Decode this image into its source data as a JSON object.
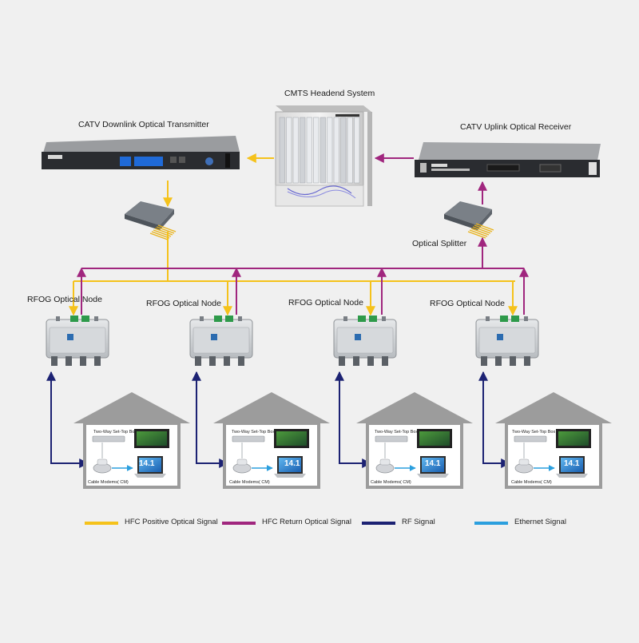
{
  "title_headend": "CMTS Headend System",
  "transmitter_label": "CATV Downlink Optical Transmitter",
  "receiver_label": "CATV Uplink Optical Receiver",
  "splitter_label": "Optical Splitter",
  "nodes": [
    {
      "label": "RFOG Optical Node"
    },
    {
      "label": "RFOG Optical Node"
    },
    {
      "label": "RFOG Optical Node"
    },
    {
      "label": "RFOG Optical Node"
    }
  ],
  "houses": [
    {
      "stb_label": "Two-Way Set-Top Box",
      "modem_label": "Cable Modems( CM)",
      "pc_text": "14.1"
    },
    {
      "stb_label": "Two-Way Set-Top Box",
      "modem_label": "Cable Modems( CM)",
      "pc_text": "14.1"
    },
    {
      "stb_label": "Two-Way Set-Top Box",
      "modem_label": "Cable Modems( CM)",
      "pc_text": "14.1"
    },
    {
      "stb_label": "Two-Way Set-Top Box",
      "modem_label": "Cable Modems( CM)",
      "pc_text": "14.1"
    }
  ],
  "legend": [
    {
      "label": "HFC Positive Optical Signal",
      "color": "#f5c21b"
    },
    {
      "label": "HFC Return Optical Signal",
      "color": "#a0267e"
    },
    {
      "label": "RF Signal",
      "color": "#1c2273"
    },
    {
      "label": "Ethernet Signal",
      "color": "#2b9fde"
    }
  ],
  "colors": {
    "positive": "#f5c21b",
    "return": "#a0267e",
    "rf": "#1c2273",
    "ethernet": "#2b9fde"
  }
}
